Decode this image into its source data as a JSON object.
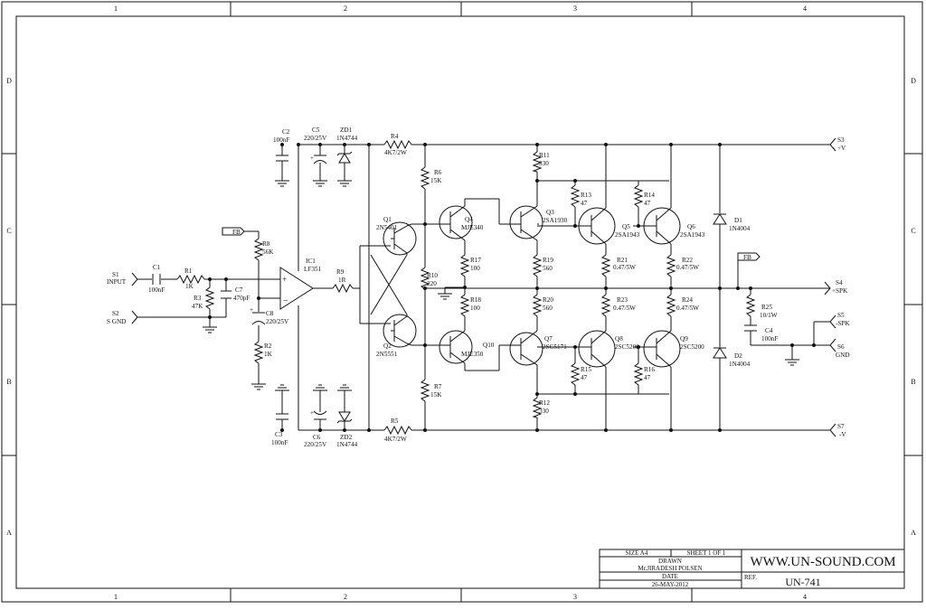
{
  "frame": {
    "cols": [
      "1",
      "2",
      "3",
      "4"
    ],
    "rows": [
      "D",
      "C",
      "B",
      "A"
    ]
  },
  "components": {
    "C1": {
      "ref": "C1",
      "val": "100nF"
    },
    "R1": {
      "ref": "R1",
      "val": "1K"
    },
    "R3": {
      "ref": "R3",
      "val": "47K"
    },
    "C7": {
      "ref": "C7",
      "val": "470pF"
    },
    "C8": {
      "ref": "C8",
      "val": "220/25V"
    },
    "R2": {
      "ref": "R2",
      "val": "1K"
    },
    "R8": {
      "ref": "R8",
      "val": "56K"
    },
    "IC1": {
      "ref": "IC1",
      "val": "LF351"
    },
    "R9": {
      "ref": "R9",
      "val": "1R"
    },
    "C2": {
      "ref": "C2",
      "val": "100nF"
    },
    "C3": {
      "ref": "C3",
      "val": "100nF"
    },
    "C5": {
      "ref": "C5",
      "val": "220/25V"
    },
    "C6": {
      "ref": "C6",
      "val": "220/25V"
    },
    "ZD1": {
      "ref": "ZD1",
      "val": "1N4744"
    },
    "ZD2": {
      "ref": "ZD2",
      "val": "1N4744"
    },
    "R4": {
      "ref": "R4",
      "val": "4K7/2W"
    },
    "R5": {
      "ref": "R5",
      "val": "4K7/2W"
    },
    "R6": {
      "ref": "R6",
      "val": "15K"
    },
    "R7": {
      "ref": "R7",
      "val": "15K"
    },
    "R10": {
      "ref": "R10",
      "val": "220"
    },
    "Q1": {
      "ref": "Q1",
      "val": "2N5401"
    },
    "Q2": {
      "ref": "Q2",
      "val": "2N5551"
    },
    "Q4": {
      "ref": "Q4",
      "val": "MJE340"
    },
    "Q10": {
      "ref": "Q10",
      "val": "MJE350"
    },
    "R17": {
      "ref": "R17",
      "val": "100"
    },
    "R18": {
      "ref": "R18",
      "val": "100"
    },
    "Q3": {
      "ref": "Q3",
      "val": "2SA1930"
    },
    "Q7": {
      "ref": "Q7",
      "val": "2SC5171"
    },
    "R11": {
      "ref": "R11",
      "val": "330"
    },
    "R12": {
      "ref": "R12",
      "val": "330"
    },
    "R19": {
      "ref": "R19",
      "val": "560"
    },
    "R20": {
      "ref": "R20",
      "val": "560"
    },
    "R13": {
      "ref": "R13",
      "val": "47"
    },
    "R14": {
      "ref": "R14",
      "val": "47"
    },
    "R15": {
      "ref": "R15",
      "val": "47"
    },
    "R16": {
      "ref": "R16",
      "val": "47"
    },
    "Q5": {
      "ref": "Q5",
      "val": "2SA1943"
    },
    "Q6": {
      "ref": "Q6",
      "val": "2SA1943"
    },
    "Q8": {
      "ref": "Q8",
      "val": "2SC5200"
    },
    "Q9": {
      "ref": "Q9",
      "val": "2SC5200"
    },
    "R21": {
      "ref": "R21",
      "val": "0.47/5W"
    },
    "R22": {
      "ref": "R22",
      "val": "0.47/5W"
    },
    "R23": {
      "ref": "R23",
      "val": "0.47/5W"
    },
    "R24": {
      "ref": "R24",
      "val": "0.47/5W"
    },
    "D1": {
      "ref": "D1",
      "val": "1N4004"
    },
    "D2": {
      "ref": "D2",
      "val": "1N4004"
    },
    "R25": {
      "ref": "R25",
      "val": "10/1W"
    },
    "C4": {
      "ref": "C4",
      "val": "100nF"
    }
  },
  "connectors": {
    "S1": {
      "ref": "S1",
      "val": "INPUT"
    },
    "S2": {
      "ref": "S2",
      "val": "S GND"
    },
    "S3": {
      "ref": "S3",
      "val": "+V"
    },
    "S4": {
      "ref": "S4",
      "val": "+SPK"
    },
    "S5": {
      "ref": "S5",
      "val": "-SPK"
    },
    "S6": {
      "ref": "S6",
      "val": "GND"
    },
    "S7": {
      "ref": "S7",
      "val": "-V"
    },
    "fb": "FB"
  },
  "title_block": {
    "size": "SIZE A4",
    "sheet": "SHEET 1 OF 1",
    "drawn_label": "DRAWN",
    "drawn_by": "Mr.JIRADESH  POLSEN",
    "date_label": "DATE",
    "date": "26-MAY-2012",
    "website": "WWW.UN-SOUND.COM",
    "ref_label": "REF.",
    "ref": "UN-741"
  }
}
